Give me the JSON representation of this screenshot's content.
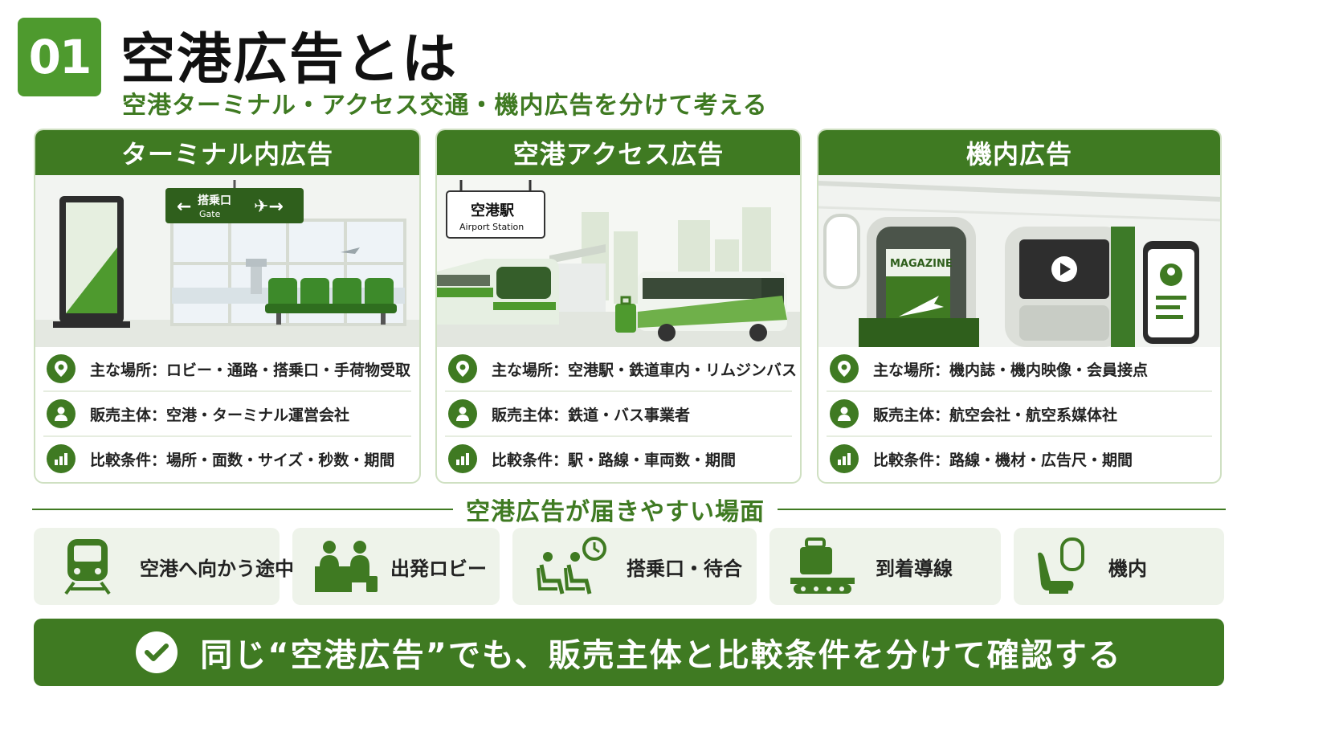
{
  "header": {
    "number": "01",
    "title": "空港広告とは",
    "subtitle": "空港ターミナル・アクセス交通・機内広告を分けて考える"
  },
  "cards": [
    {
      "title": "ターミナル内広告",
      "sign_jp": "搭乗口",
      "sign_en": "Gate",
      "rows": [
        {
          "icon": "location-pin-icon",
          "text": "主な場所：ロビー・通路・搭乗口・手荷物受取"
        },
        {
          "icon": "person-icon",
          "text": "販売主体：空港・ターミナル運営会社"
        },
        {
          "icon": "bar-chart-icon",
          "text": "比較条件：場所・面数・サイズ・秒数・期間"
        }
      ]
    },
    {
      "title": "空港アクセス広告",
      "sign_jp": "空港駅",
      "sign_en": "Airport Station",
      "rows": [
        {
          "icon": "location-pin-icon",
          "text": "主な場所：空港駅・鉄道車内・リムジンバス"
        },
        {
          "icon": "person-icon",
          "text": "販売主体：鉄道・バス事業者"
        },
        {
          "icon": "bar-chart-icon",
          "text": "比較条件：駅・路線・車両数・期間"
        }
      ]
    },
    {
      "title": "機内広告",
      "magazine_label": "MAGAZINE",
      "rows": [
        {
          "icon": "location-pin-icon",
          "text": "主な場所：機内誌・機内映像・会員接点"
        },
        {
          "icon": "person-icon",
          "text": "販売主体：航空会社・航空系媒体社"
        },
        {
          "icon": "bar-chart-icon",
          "text": "比較条件：路線・機材・広告尺・期間"
        }
      ]
    }
  ],
  "scenes_section": {
    "title": "空港広告が届きやすい場面",
    "items": [
      {
        "icon": "train-icon",
        "label": "空港へ向かう途中"
      },
      {
        "icon": "lobby-counter-icon",
        "label": "出発ロビー"
      },
      {
        "icon": "waiting-seats-clock-icon",
        "label": "搭乗口・待合"
      },
      {
        "icon": "baggage-conveyor-icon",
        "label": "到着導線"
      },
      {
        "icon": "airplane-seat-icon",
        "label": "機内"
      }
    ]
  },
  "banner": {
    "icon": "check-circle-icon",
    "text": "同じ“空港広告”でも、販売主体と比較条件を分けて確認する"
  },
  "colors": {
    "primary": "#3f7a22",
    "badge": "#4e9a2e",
    "light_bg": "#eef3ea",
    "border": "#cfe0c2"
  }
}
